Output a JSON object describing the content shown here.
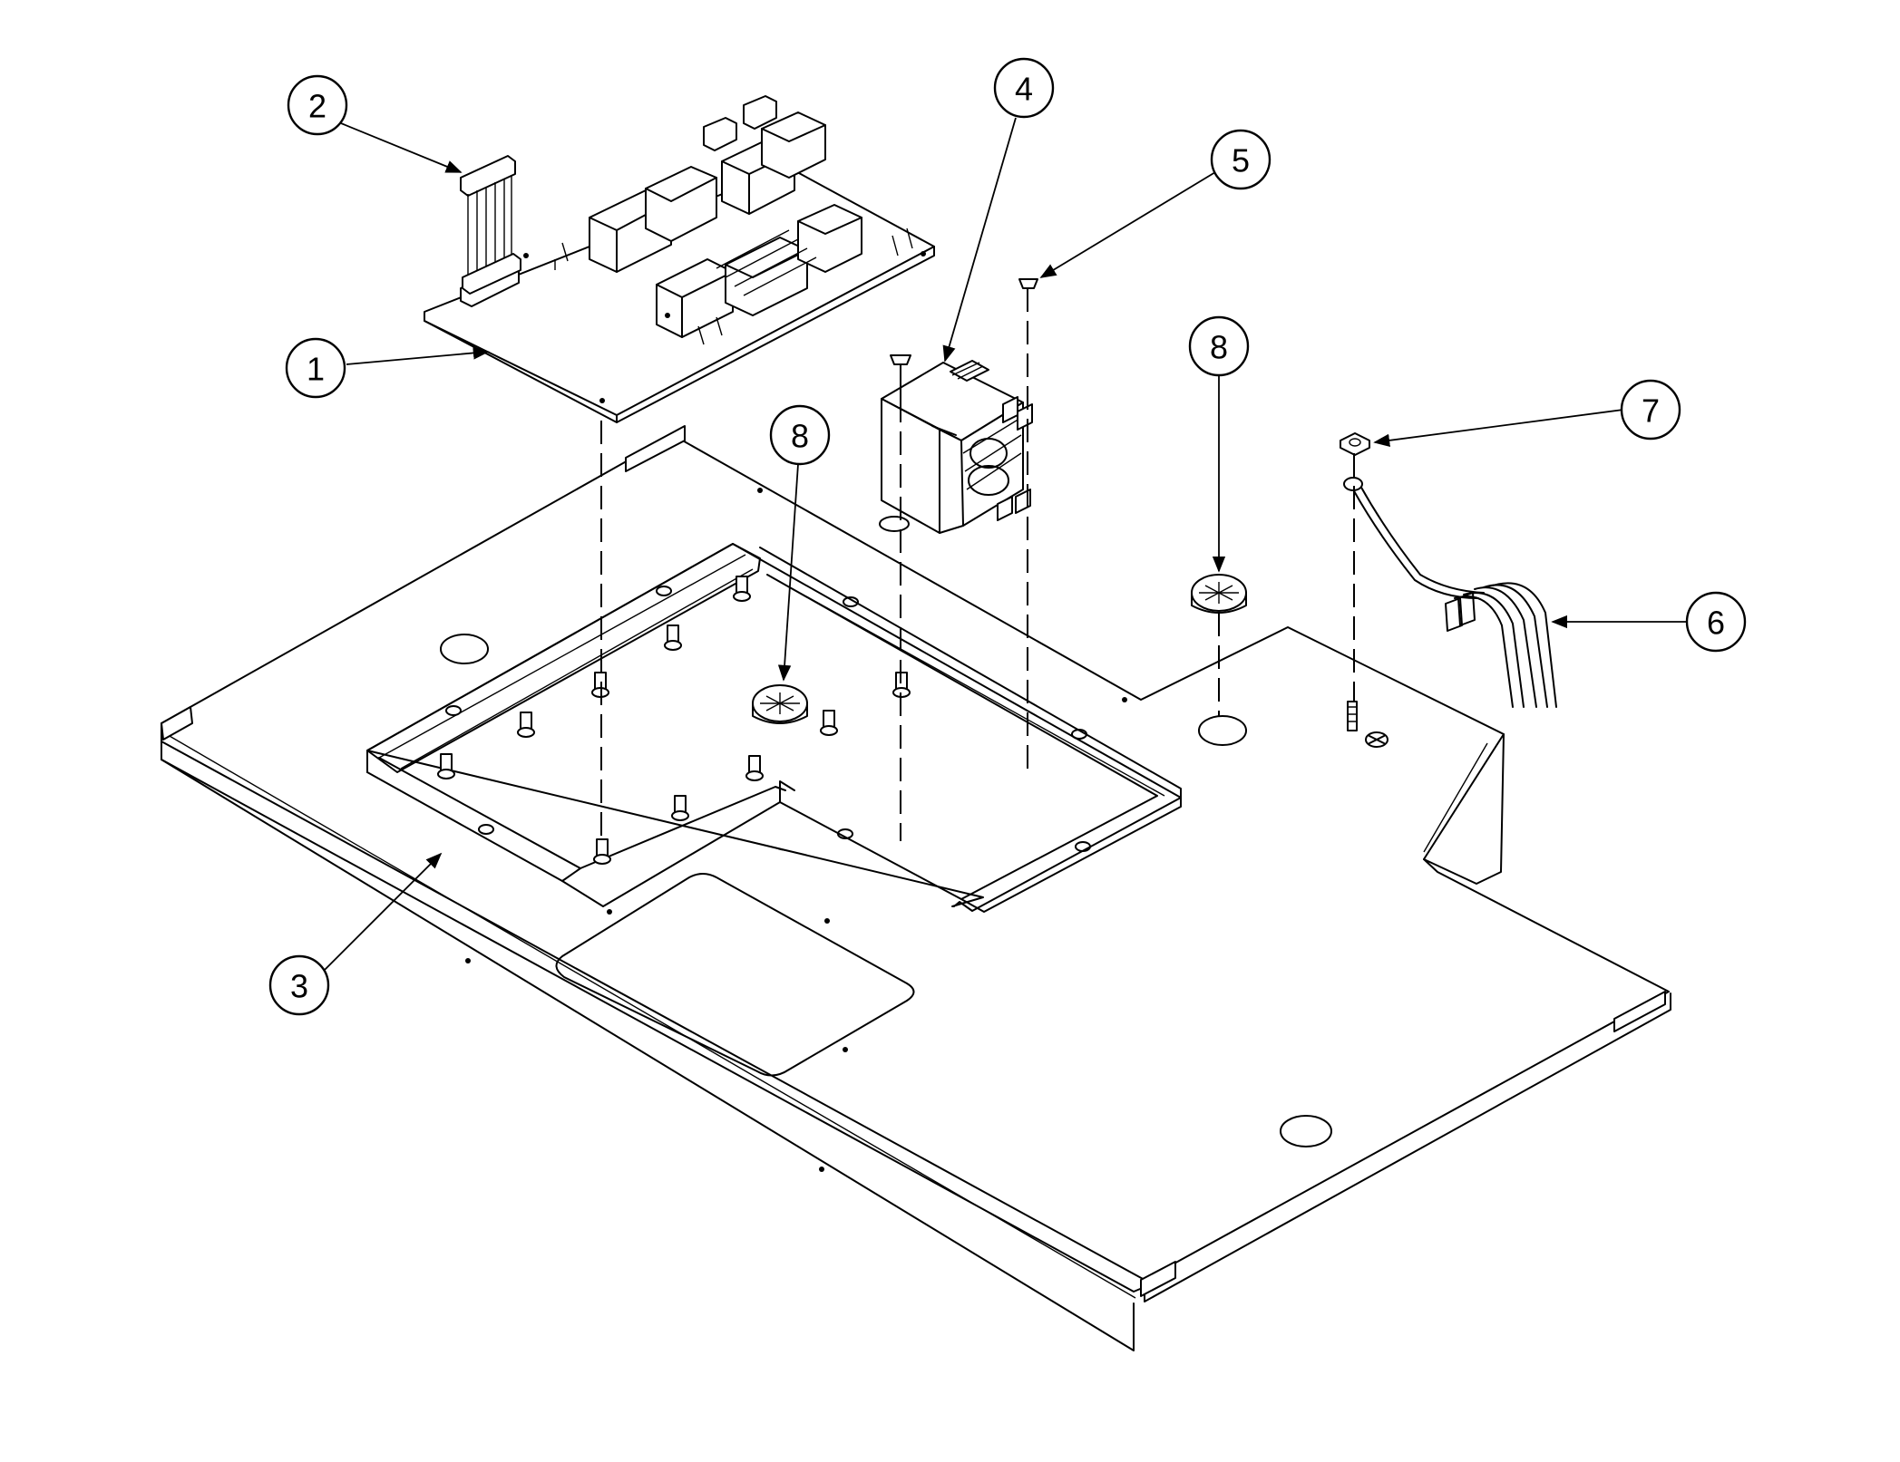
{
  "callouts": [
    {
      "id": "callout-1",
      "label": "1"
    },
    {
      "id": "callout-2",
      "label": "2"
    },
    {
      "id": "callout-3",
      "label": "3"
    },
    {
      "id": "callout-4",
      "label": "4"
    },
    {
      "id": "callout-5",
      "label": "5"
    },
    {
      "id": "callout-6",
      "label": "6"
    },
    {
      "id": "callout-7",
      "label": "7"
    },
    {
      "id": "callout-8a",
      "label": "8"
    },
    {
      "id": "callout-8b",
      "label": "8"
    }
  ]
}
